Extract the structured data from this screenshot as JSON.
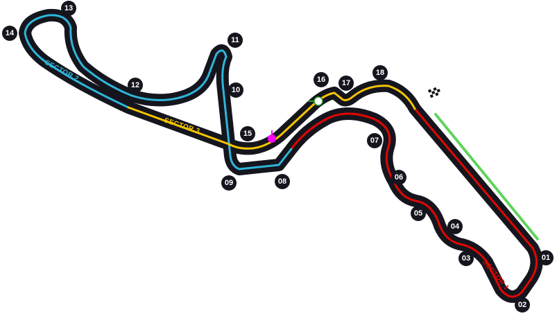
{
  "track": {
    "colors": {
      "outline": "#15151e",
      "sector1": "#e10600",
      "sector2": "#2fb5d9",
      "sector3": "#f5c400",
      "pit": "#5fd35a",
      "marker": "#ff00ff"
    },
    "sectors": [
      {
        "label": "SECTOR 1"
      },
      {
        "label": "SECTOR 2"
      },
      {
        "label": "SECTOR 3"
      }
    ],
    "turns": [
      "01",
      "02",
      "03",
      "04",
      "05",
      "06",
      "07",
      "08",
      "09",
      "10",
      "11",
      "12",
      "13",
      "14",
      "15",
      "16",
      "17",
      "18"
    ]
  }
}
